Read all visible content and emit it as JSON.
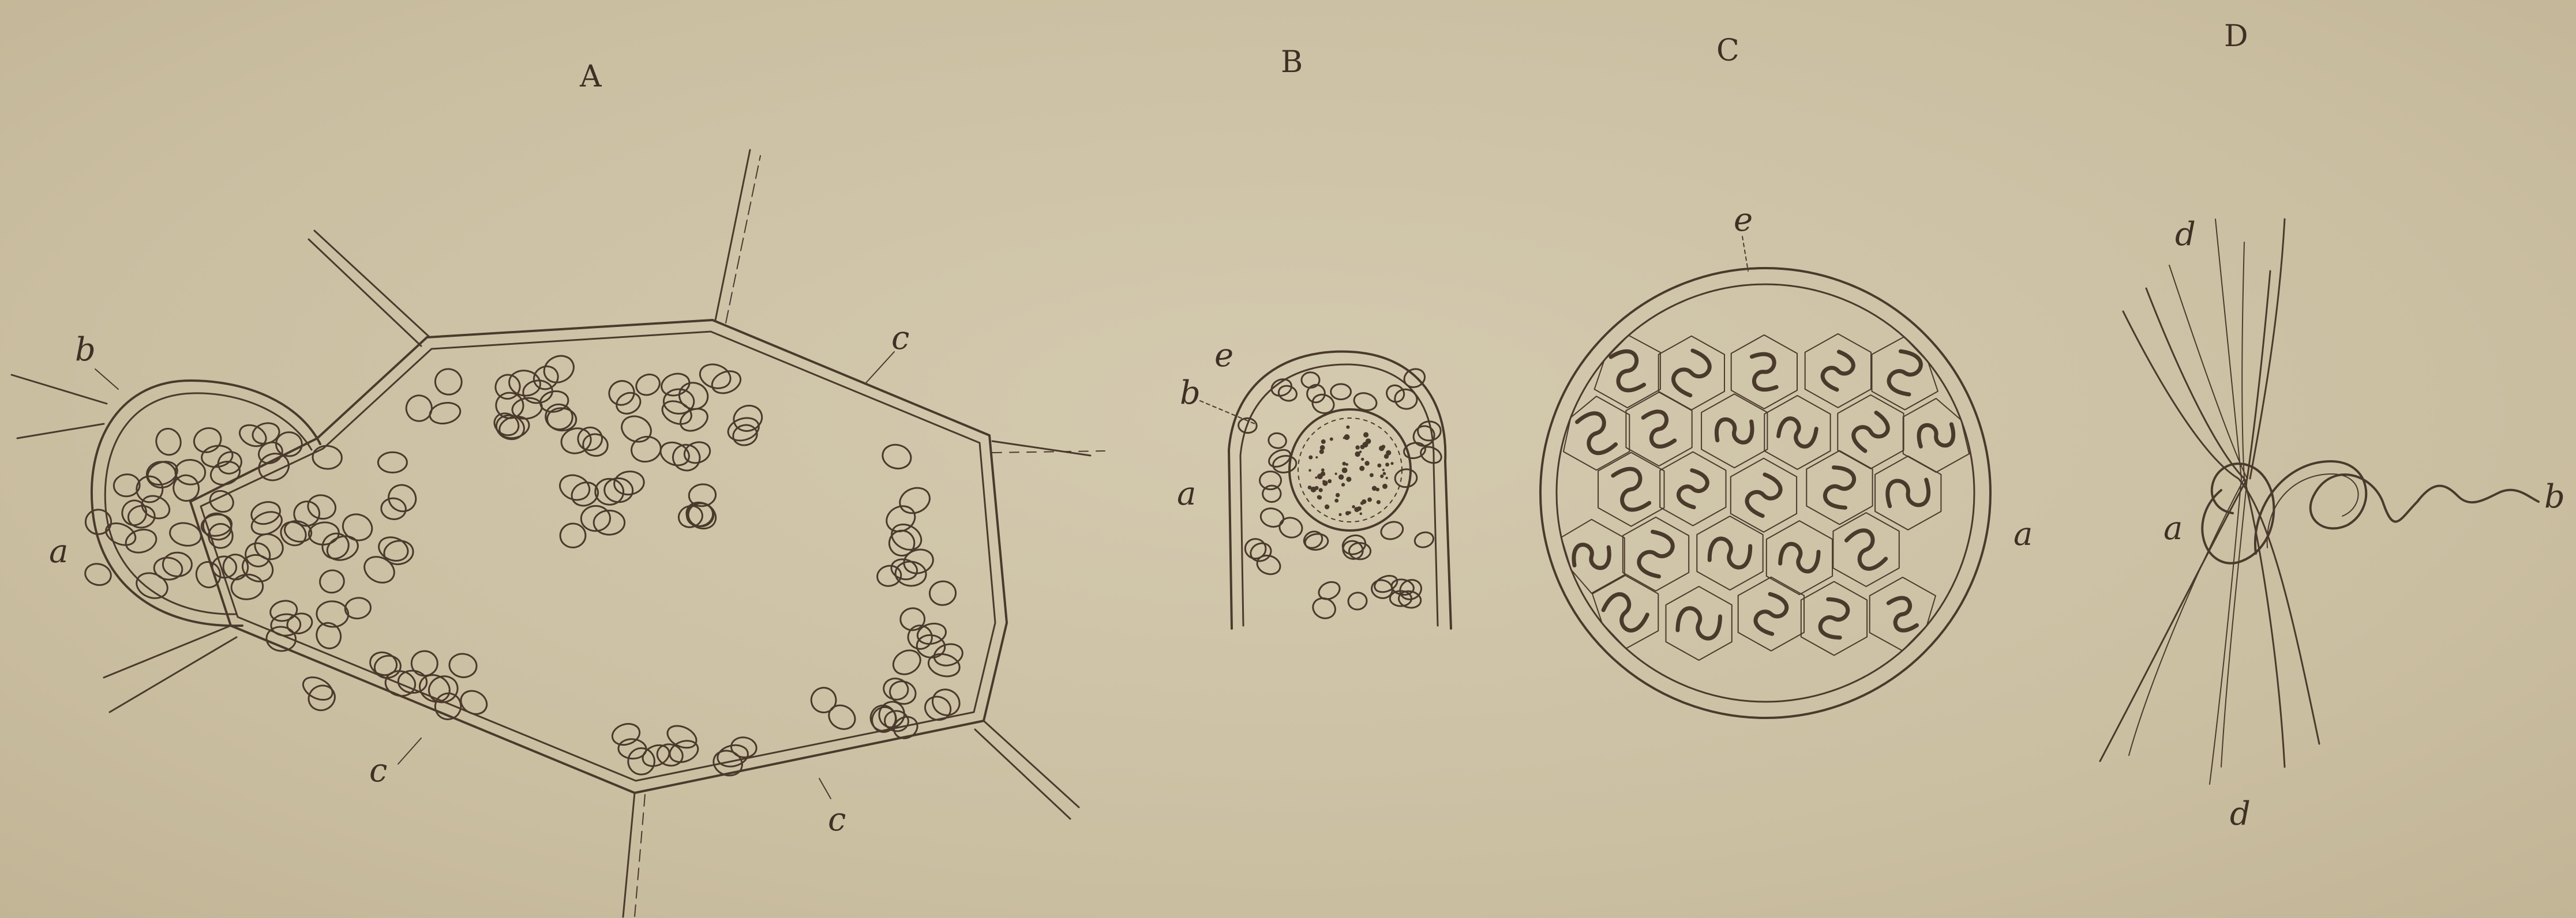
{
  "figures": [
    {
      "id": "A",
      "title": "A",
      "labels": [
        "b",
        "c",
        "a",
        "c",
        "c"
      ]
    },
    {
      "id": "B",
      "title": "B",
      "labels": [
        "e",
        "b",
        "a"
      ]
    },
    {
      "id": "C",
      "title": "C",
      "labels": [
        "e",
        "a"
      ]
    },
    {
      "id": "D",
      "title": "D",
      "labels": [
        "d",
        "a",
        "b",
        "d"
      ]
    }
  ],
  "colors": {
    "paper": "#cdc2a6",
    "ink": "#4a3a2c"
  }
}
